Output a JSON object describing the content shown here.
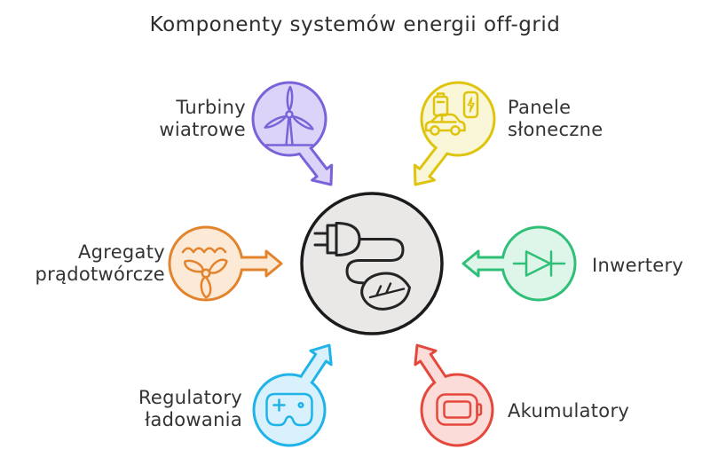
{
  "title": "Komponenty systemów energii off-grid",
  "colors": {
    "background": "#ffffff",
    "text": "#333333",
    "title_text": "#2d2d2d"
  },
  "center": {
    "name": "off-grid-energy-system",
    "icon": "plug-leaf-icon",
    "fill": "#e9e8e7",
    "stroke": "#1b1b1b"
  },
  "nodes": [
    {
      "id": "wind-turbines",
      "label": "Turbiny\nwiatrowe",
      "icon": "wind-turbine-icon",
      "fill": "#dcd3f8",
      "stroke": "#7a63d9"
    },
    {
      "id": "solar-panels",
      "label": "Panele\nsłoneczne",
      "icon": "ev-charging-icon",
      "fill": "#faf6d8",
      "stroke": "#dfc40e"
    },
    {
      "id": "generators",
      "label": "Agregaty\nprądotwórcze",
      "icon": "water-propeller-icon",
      "fill": "#fce9d6",
      "stroke": "#e2832e"
    },
    {
      "id": "inverters",
      "label": "Inwertery",
      "icon": "diode-icon",
      "fill": "#def5e9",
      "stroke": "#2fbf77"
    },
    {
      "id": "charge-controllers",
      "label": "Regulatory\nładowania",
      "icon": "gamepad-icon",
      "fill": "#d9f1fc",
      "stroke": "#1fb3e8"
    },
    {
      "id": "batteries",
      "label": "Akumulatory",
      "icon": "battery-icon",
      "fill": "#fbdcd9",
      "stroke": "#e4483d"
    }
  ]
}
